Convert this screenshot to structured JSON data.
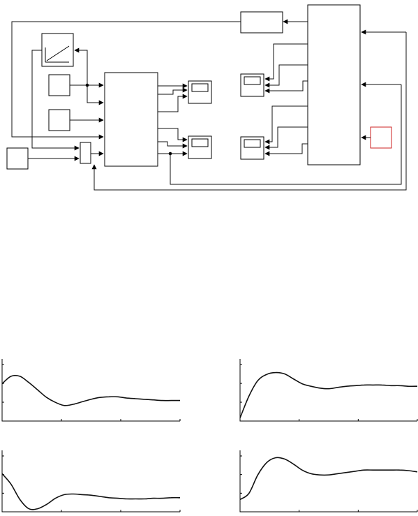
{
  "diagram": {
    "colors": {
      "line": "#000000",
      "wire": "#222222",
      "accent_block": "#cc2222",
      "background": "#ffffff"
    }
  },
  "chart_data": [
    {
      "type": "line",
      "title": "",
      "xlabel": "",
      "ylabel": "",
      "x": [
        0,
        0.05,
        0.1,
        0.15,
        0.2,
        0.25,
        0.3,
        0.35,
        0.4,
        0.45,
        0.5,
        0.55,
        0.6,
        0.65,
        0.7,
        0.75,
        0.8,
        0.85,
        0.9,
        0.95,
        1.0
      ],
      "series": [
        {
          "values": [
            0.6,
            0.72,
            0.72,
            0.62,
            0.5,
            0.38,
            0.3,
            0.25,
            0.27,
            0.31,
            0.35,
            0.38,
            0.39,
            0.39,
            0.37,
            0.36,
            0.35,
            0.34,
            0.33,
            0.33,
            0.33
          ]
        }
      ],
      "xlim": [
        0,
        1
      ],
      "ylim": [
        0,
        1
      ],
      "grid": false
    },
    {
      "type": "line",
      "title": "",
      "xlabel": "",
      "ylabel": "",
      "x": [
        0,
        0.05,
        0.1,
        0.15,
        0.2,
        0.25,
        0.3,
        0.35,
        0.4,
        0.45,
        0.5,
        0.55,
        0.6,
        0.65,
        0.7,
        0.75,
        0.8,
        0.85,
        0.9,
        0.95,
        1.0
      ],
      "series": [
        {
          "values": [
            0.05,
            0.4,
            0.65,
            0.75,
            0.78,
            0.76,
            0.68,
            0.6,
            0.56,
            0.53,
            0.52,
            0.54,
            0.56,
            0.57,
            0.58,
            0.58,
            0.58,
            0.57,
            0.57,
            0.56,
            0.56
          ]
        }
      ],
      "xlim": [
        0,
        1
      ],
      "ylim": [
        0,
        1
      ],
      "grid": false
    },
    {
      "type": "line",
      "title": "",
      "xlabel": "",
      "ylabel": "",
      "x": [
        0,
        0.05,
        0.1,
        0.15,
        0.2,
        0.25,
        0.3,
        0.35,
        0.4,
        0.45,
        0.5,
        0.55,
        0.6,
        0.65,
        0.7,
        0.75,
        0.8,
        0.85,
        0.9,
        0.95,
        1.0
      ],
      "series": [
        {
          "values": [
            0.62,
            0.45,
            0.2,
            0.05,
            0.05,
            0.12,
            0.22,
            0.28,
            0.29,
            0.28,
            0.27,
            0.25,
            0.23,
            0.22,
            0.21,
            0.21,
            0.21,
            0.22,
            0.22,
            0.23,
            0.23
          ]
        }
      ],
      "xlim": [
        0,
        1
      ],
      "ylim": [
        0,
        1
      ],
      "grid": false
    },
    {
      "type": "line",
      "title": "",
      "xlabel": "",
      "ylabel": "",
      "x": [
        0,
        0.05,
        0.1,
        0.15,
        0.2,
        0.25,
        0.3,
        0.35,
        0.4,
        0.45,
        0.5,
        0.55,
        0.6,
        0.65,
        0.7,
        0.75,
        0.8,
        0.85,
        0.9,
        0.95,
        1.0
      ],
      "series": [
        {
          "values": [
            0.2,
            0.3,
            0.6,
            0.8,
            0.88,
            0.86,
            0.78,
            0.68,
            0.62,
            0.6,
            0.6,
            0.62,
            0.64,
            0.66,
            0.68,
            0.68,
            0.68,
            0.68,
            0.68,
            0.67,
            0.65
          ]
        }
      ],
      "xlim": [
        0,
        1
      ],
      "ylim": [
        0,
        1
      ],
      "grid": false
    }
  ]
}
